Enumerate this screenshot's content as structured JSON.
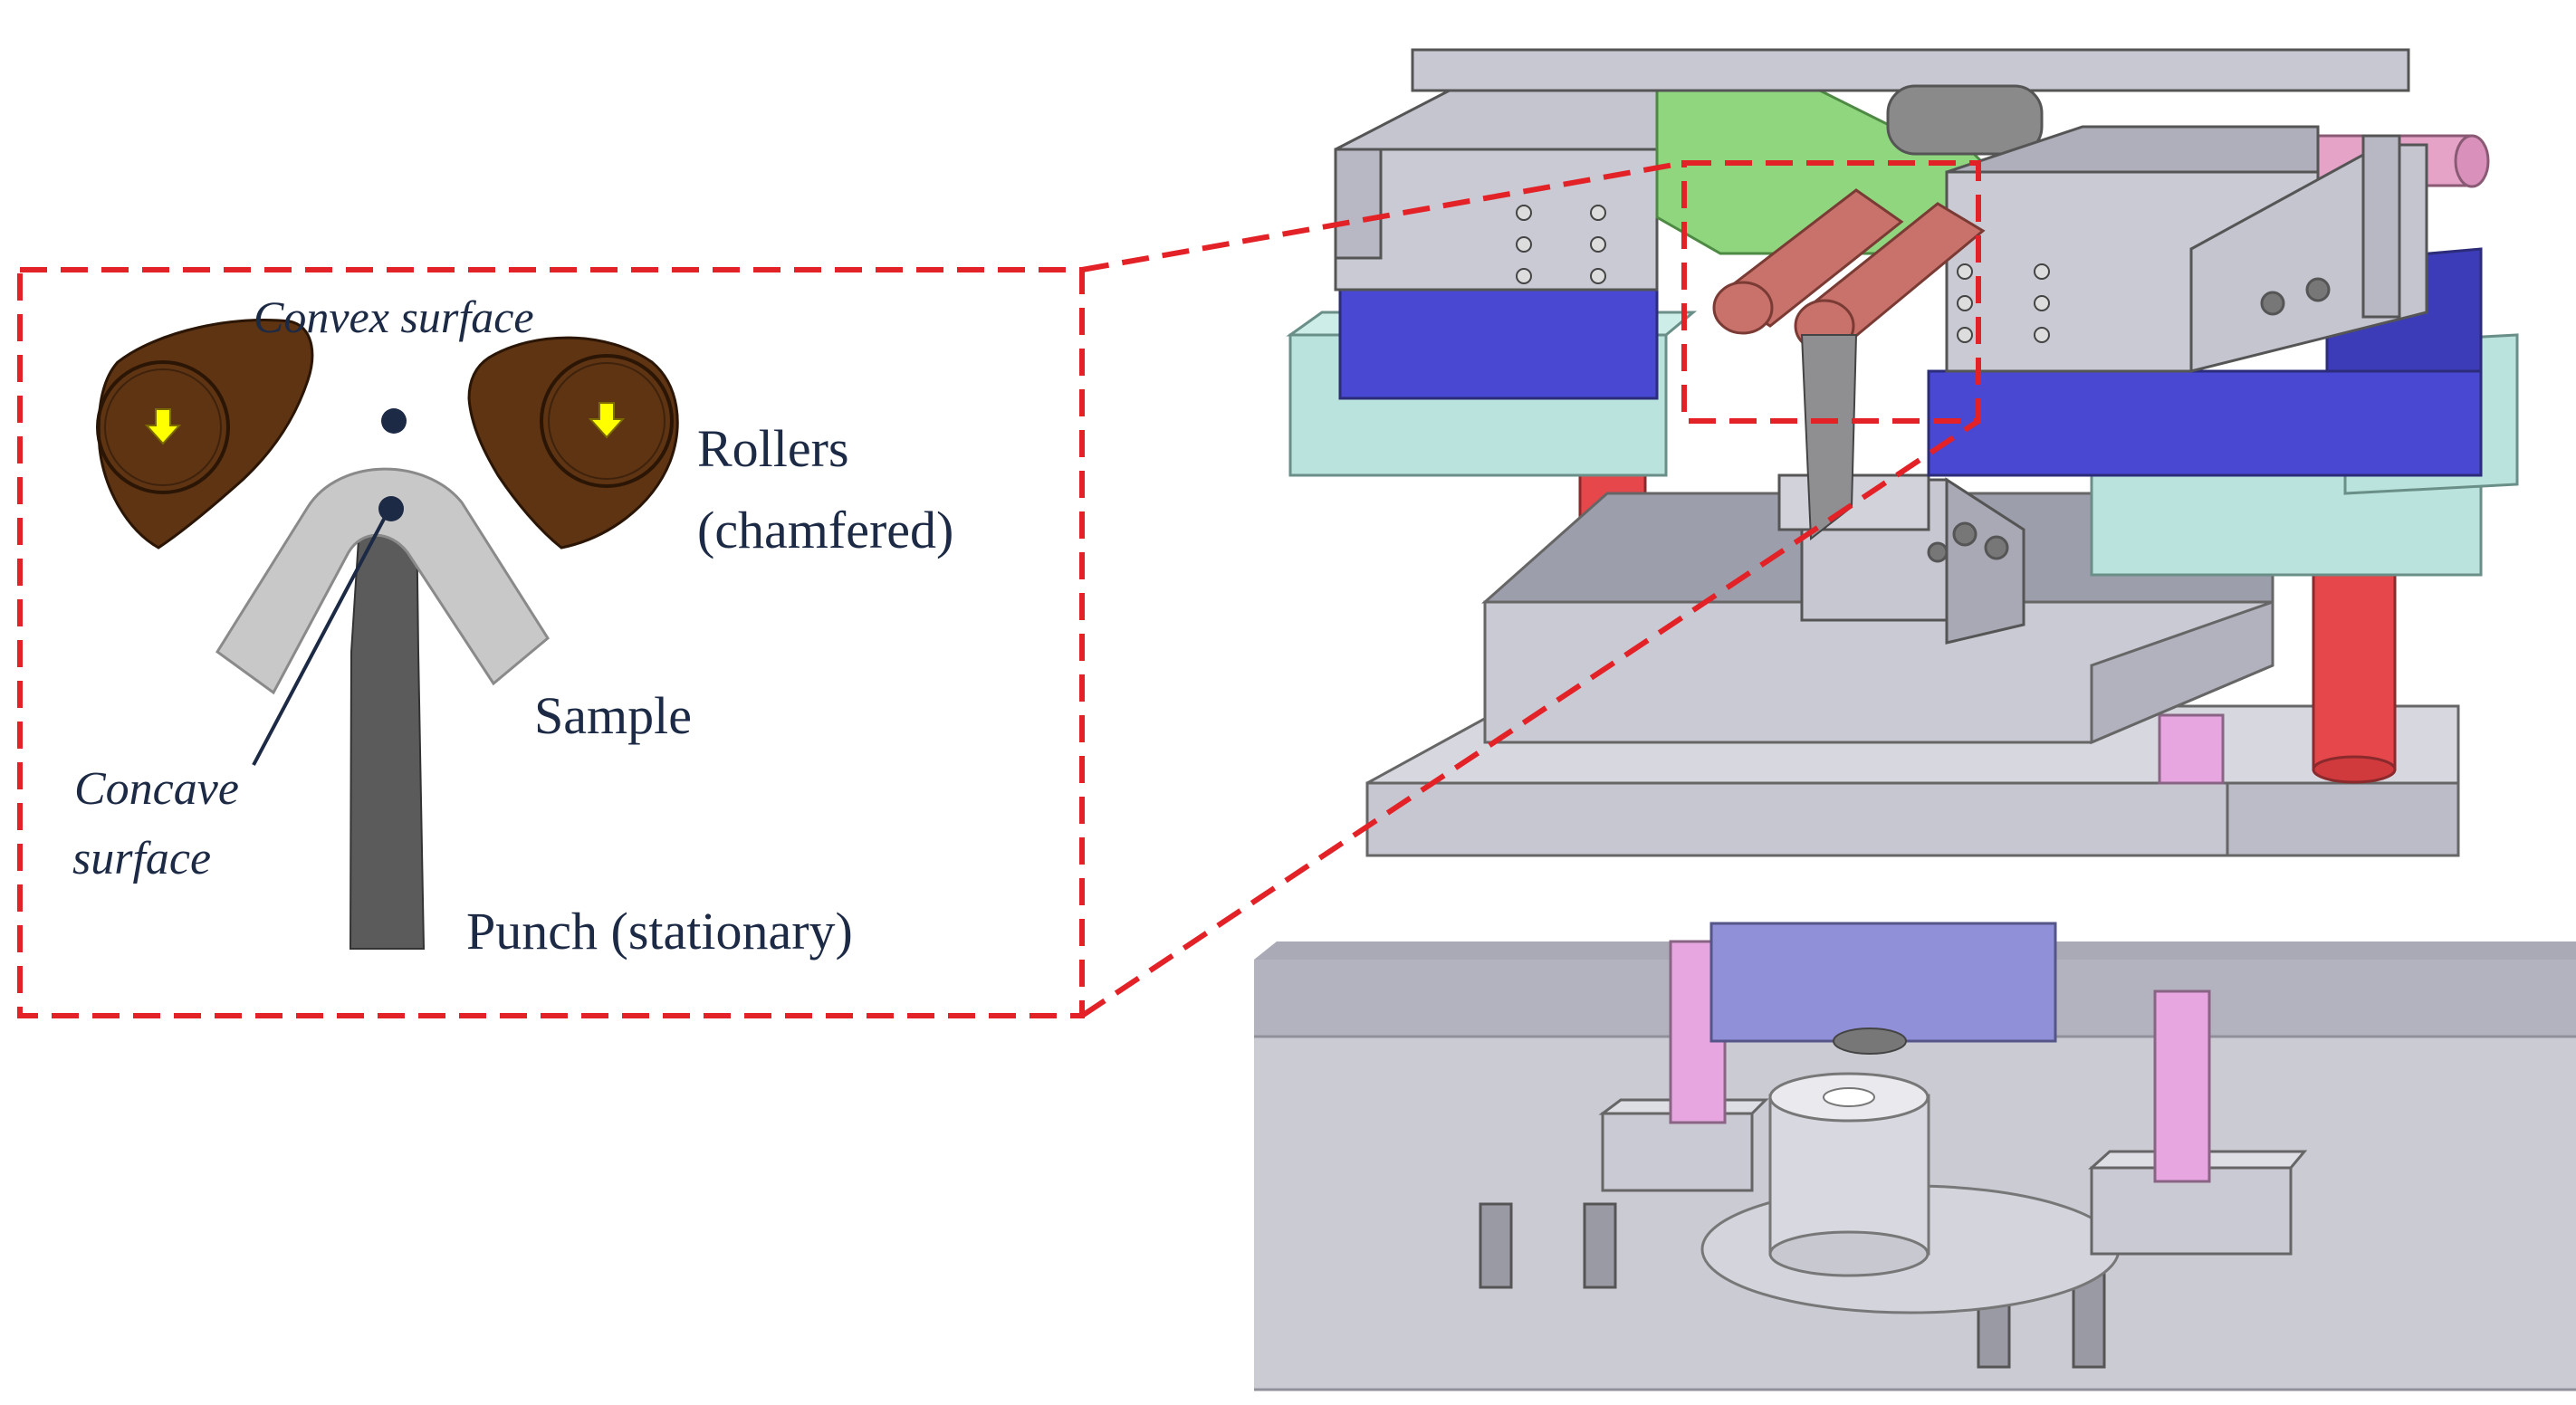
{
  "labels": {
    "convex": "Convex surface",
    "rollers_1": "Rollers",
    "rollers_2": "(chamfered)",
    "sample": "Sample",
    "concave_1": "Concave",
    "concave_2": "surface",
    "punch": "Punch (stationary)"
  },
  "colors": {
    "callout": "#e32228",
    "roller_brown": "#5e3413",
    "arrow_yellow": "#ffff00",
    "sample_gray": "#c8c8c8",
    "punch_gray": "#5b5b5b",
    "label_navy": "#1c2a45",
    "steel": "#c6c7d3",
    "blue_plate": "#4848d2",
    "mint_block": "#b9e3dc",
    "red_pillar": "#e6474a",
    "pink_pillar": "#e8a6e0",
    "copper_roller": "#c9726b",
    "green_part": "#8fd67f",
    "violet_cylinder": "#9090d8",
    "base_gray": "#cbcbd4"
  }
}
